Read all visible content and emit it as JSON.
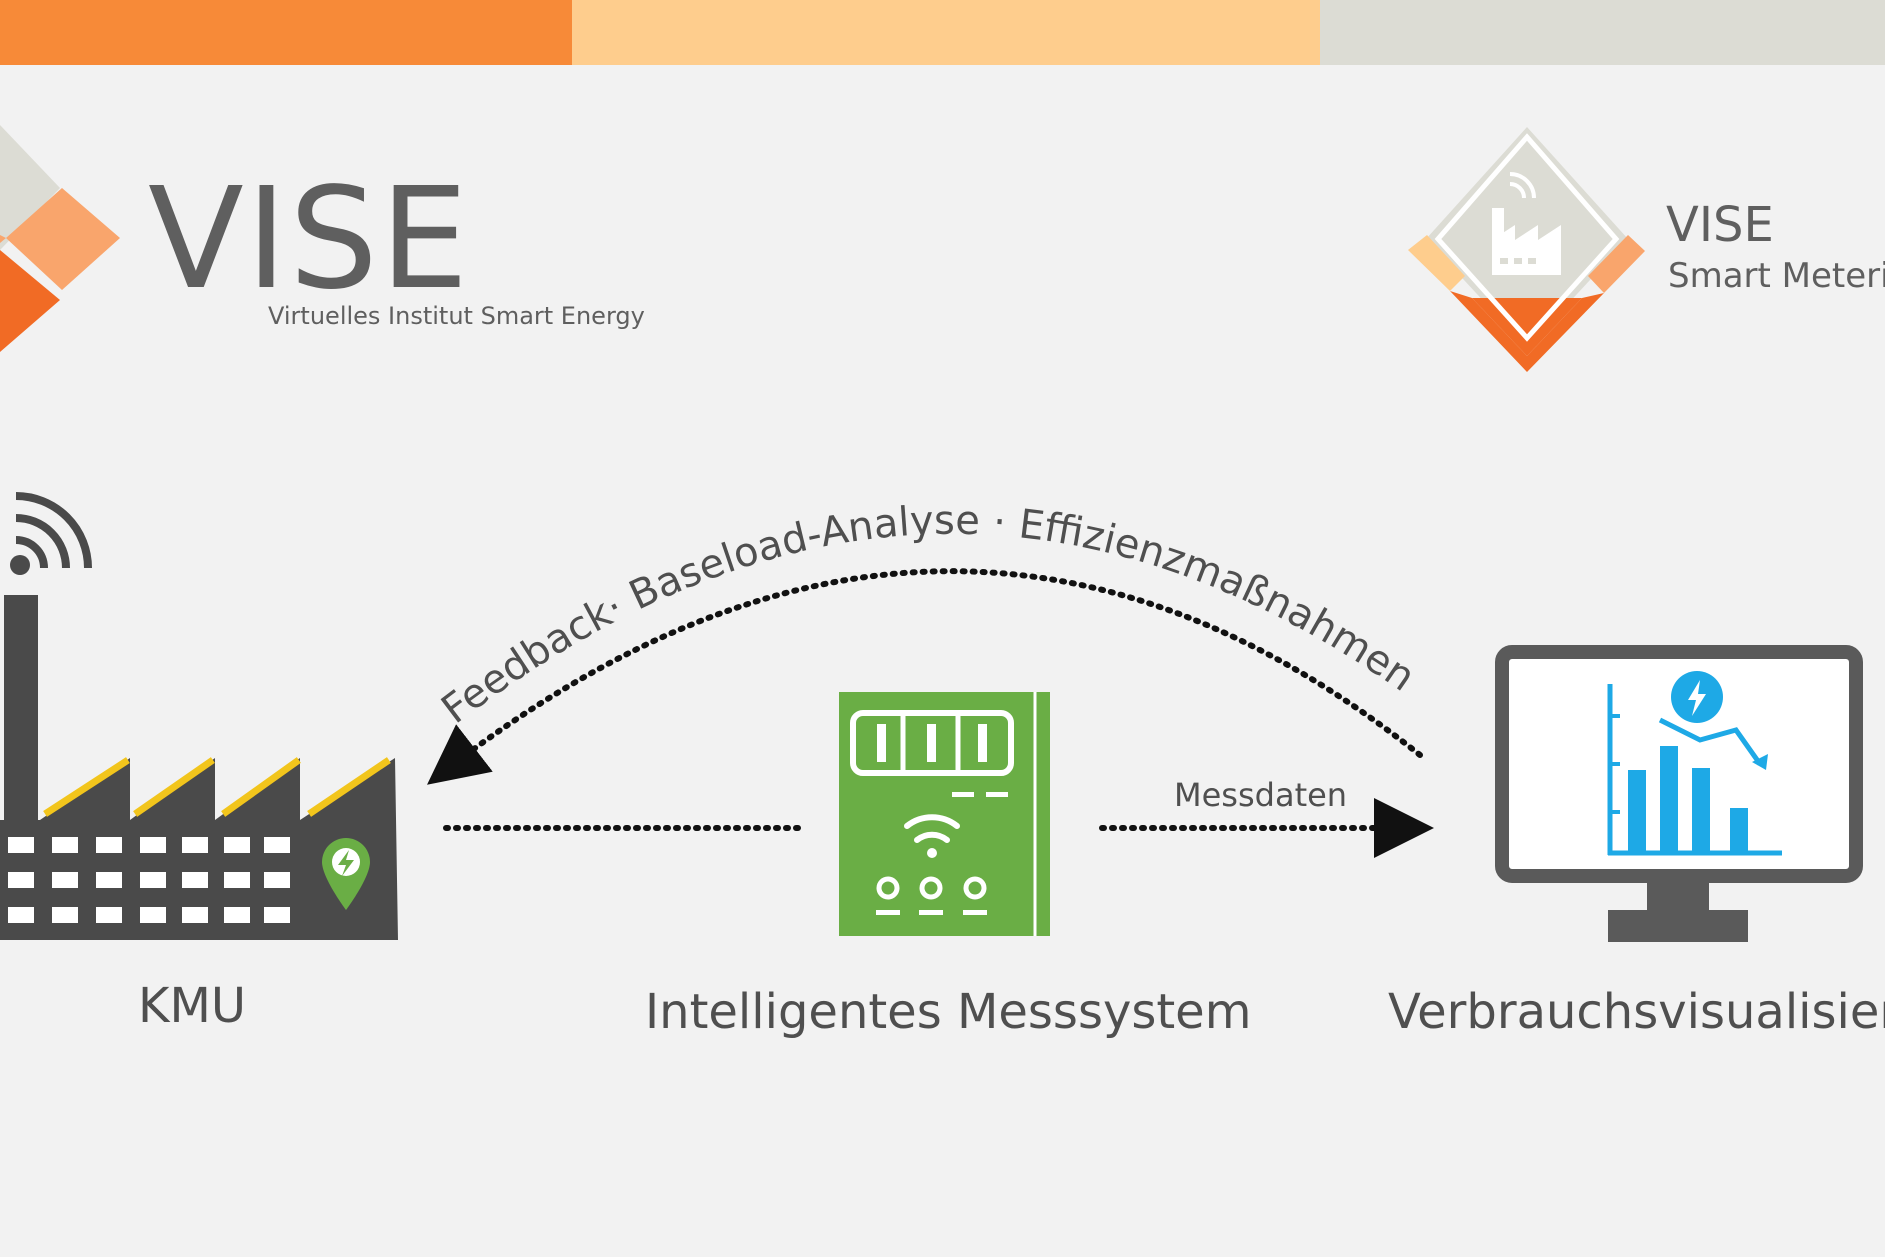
{
  "header": {
    "logo_title": "VISE",
    "logo_subtitle": "Virtuelles Institut Smart Energy",
    "project_title": "VISE",
    "project_subtitle": "Smart Meteri"
  },
  "diagram": {
    "kmu_label": "KMU",
    "meter_label": "Intelligentes Messsystem",
    "visualization_label": "Verbrauchsvisualisieru",
    "arc_label": "Feedback· Baseload-Analyse · Effizienzmaßnahmen",
    "data_arrow_label": "Messdaten"
  },
  "colors": {
    "orange": "#f78a38",
    "light_orange": "#fecd8d",
    "gray_bar": "#dcdcd4",
    "dark_gray": "#4a4a4a",
    "green": "#6aae45",
    "yellow": "#f2c51c",
    "blue": "#1ea9e6"
  },
  "icons": {
    "kmu": "factory-icon",
    "meter": "smart-meter-icon",
    "visualization": "monitor-chart-icon",
    "logo": "vise-diamond-logo-icon",
    "project_logo": "smart-metering-diamond-icon"
  }
}
